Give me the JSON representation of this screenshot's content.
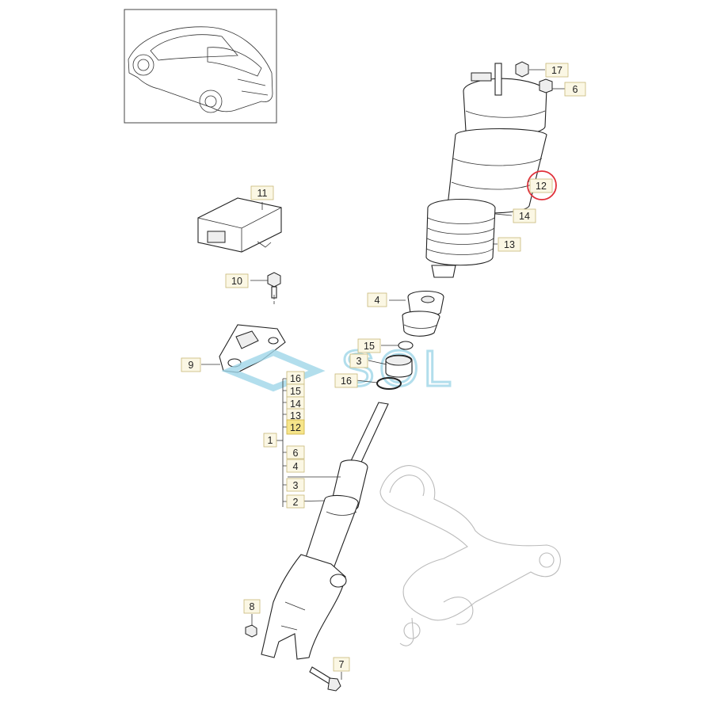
{
  "callouts": [
    {
      "id": "c17",
      "text": "17"
    },
    {
      "id": "c6",
      "text": "6"
    },
    {
      "id": "c12",
      "text": "12"
    },
    {
      "id": "c14",
      "text": "14"
    },
    {
      "id": "c13",
      "text": "13"
    },
    {
      "id": "c11",
      "text": "11"
    },
    {
      "id": "c10",
      "text": "10"
    },
    {
      "id": "c9",
      "text": "9"
    },
    {
      "id": "c4",
      "text": "4"
    },
    {
      "id": "c15",
      "text": "15"
    },
    {
      "id": "c3",
      "text": "3"
    },
    {
      "id": "c16",
      "text": "16"
    },
    {
      "id": "c8",
      "text": "8"
    },
    {
      "id": "c7",
      "text": "7"
    }
  ],
  "assembly": {
    "label": "1",
    "items": [
      "16",
      "15",
      "14",
      "13",
      "12",
      "6",
      "4",
      "3",
      "2"
    ],
    "highlighted": "12"
  },
  "watermark": "SOL",
  "colors": {
    "highlight_fill": "#f6e58a",
    "box_fill": "#fbf7e4",
    "circle_marker": "#e0303a",
    "watermark": "#9fd6e8"
  }
}
